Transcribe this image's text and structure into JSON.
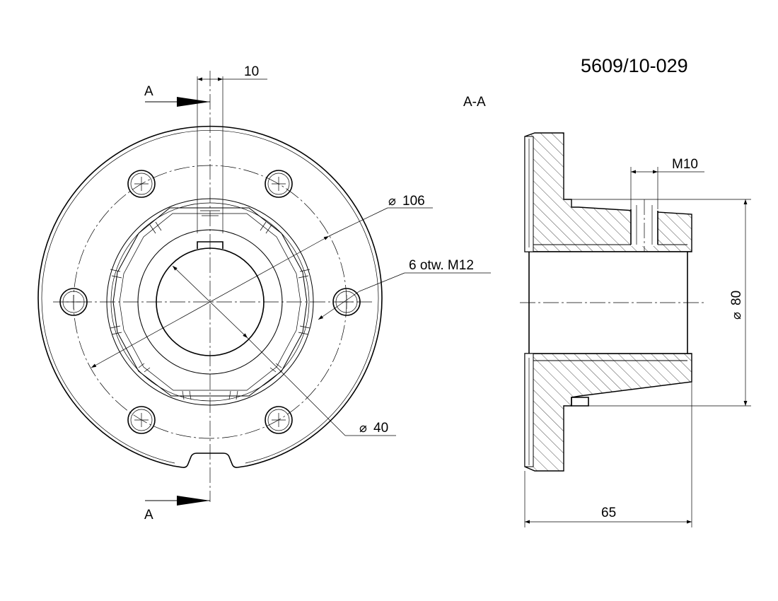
{
  "drawing": {
    "part_number": "5609/10-029",
    "section_name": "A-A",
    "section_marker_top": "A",
    "section_marker_bottom": "A",
    "dim_keyway_width": "10",
    "dim_bolt_circle": "106",
    "dim_holes": "6 otw. M12",
    "dim_bore": "40",
    "dim_thread": "M10",
    "dim_hub_diameter": "80",
    "dim_length": "65",
    "diameter_symbol": "⌀"
  }
}
